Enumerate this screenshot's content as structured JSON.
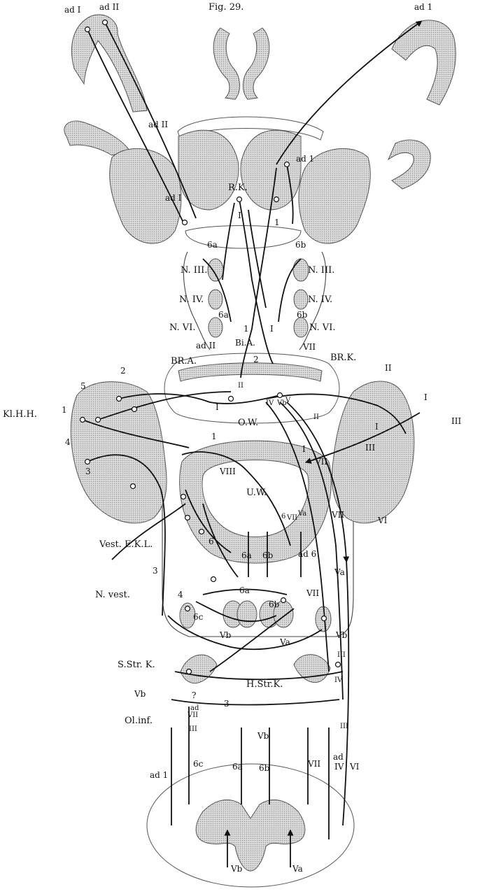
{
  "figure": {
    "caption": "Fig. 29."
  },
  "labels": {
    "ad_I": "ad I",
    "ad_II": "ad II",
    "ad_1": "ad 1",
    "ad_II_mid": "ad II",
    "ad_1_mid": "ad 1",
    "ad_I_mid": "ad I",
    "rk": "R.K.",
    "I_a": "I",
    "one_a": "1",
    "six_a_top": "6a",
    "six_b_top": "6b",
    "n3_l": "N. III.",
    "n4_l": "N. IV.",
    "n6_l": "N. VI.",
    "n3_r": "N. III.",
    "n4_r": "N. IV.",
    "n6_r": "N. VI.",
    "six_a_mid": "6a",
    "six_b_mid": "6b",
    "one_b": "1",
    "I_b": "I",
    "ad_II_low": "ad II",
    "bia": "Bi.A.",
    "two_c": "2",
    "seven_a": "VII",
    "bra": "BR.A.",
    "brk": "BR.K.",
    "two_l": "2",
    "five_l": "5",
    "klhh": "Kl.H.H.",
    "one_l": "1",
    "four_l": "4",
    "three_l": "3",
    "II_r": "II",
    "I_r": "I",
    "III_r": "III",
    "II_c": "II",
    "IV_c": "IV",
    "Vb_c": "Vb",
    "V_c": "V",
    "II_c2": "II",
    "ow": "O.W.",
    "I_c": "I",
    "one_c": "1",
    "I_r2": "I",
    "I_rm": "I",
    "III_rm": "III",
    "VII_rm": "VII",
    "VIII": "VIII",
    "uw": "U.W.",
    "six_u": "6",
    "VII_u": "VII",
    "Va_u": "Va",
    "VII_r2": "VII",
    "VI_r": "VI",
    "vest_ekl": "Vest. E.K.L.",
    "three_m": "3",
    "six_m": "6",
    "six_a_m": "6a",
    "six_b_m": "6b",
    "ad6": "ad 6",
    "Va_m": "Va",
    "nvest": "N. vest.",
    "four_m": "4",
    "six_a_m2": "6a",
    "six_b_m2": "6b",
    "VII_m2": "VII",
    "six_c": "6c",
    "Vb_m": "Vb",
    "Va_m2": "Va",
    "Vb_r": "Vb",
    "sstrk": "S.Str. K.",
    "hstrk": "H.Str.K.",
    "III_x": "III",
    "IV_x": "IV",
    "q": "?",
    "Vb_l": "Vb",
    "three_lo": "3",
    "olinf": "Ol.inf.",
    "VII_o": "VII",
    "ad_o": "ad",
    "III_o": "III",
    "III_o2": "III",
    "Vb_b": "Vb",
    "six_c2": "6c",
    "ad1_low": "ad 1",
    "six_a_low": "6a",
    "six_b_low": "6b",
    "VII_low": "VII",
    "ad_low": "ad",
    "IV_low": "IV",
    "VI_low": "VI",
    "Vb_sc": "Vb",
    "Va_sc": "Va"
  },
  "colors": {
    "stipple": "#cfcfcf",
    "ink": "#111111",
    "dark": "#2a2a2a"
  }
}
